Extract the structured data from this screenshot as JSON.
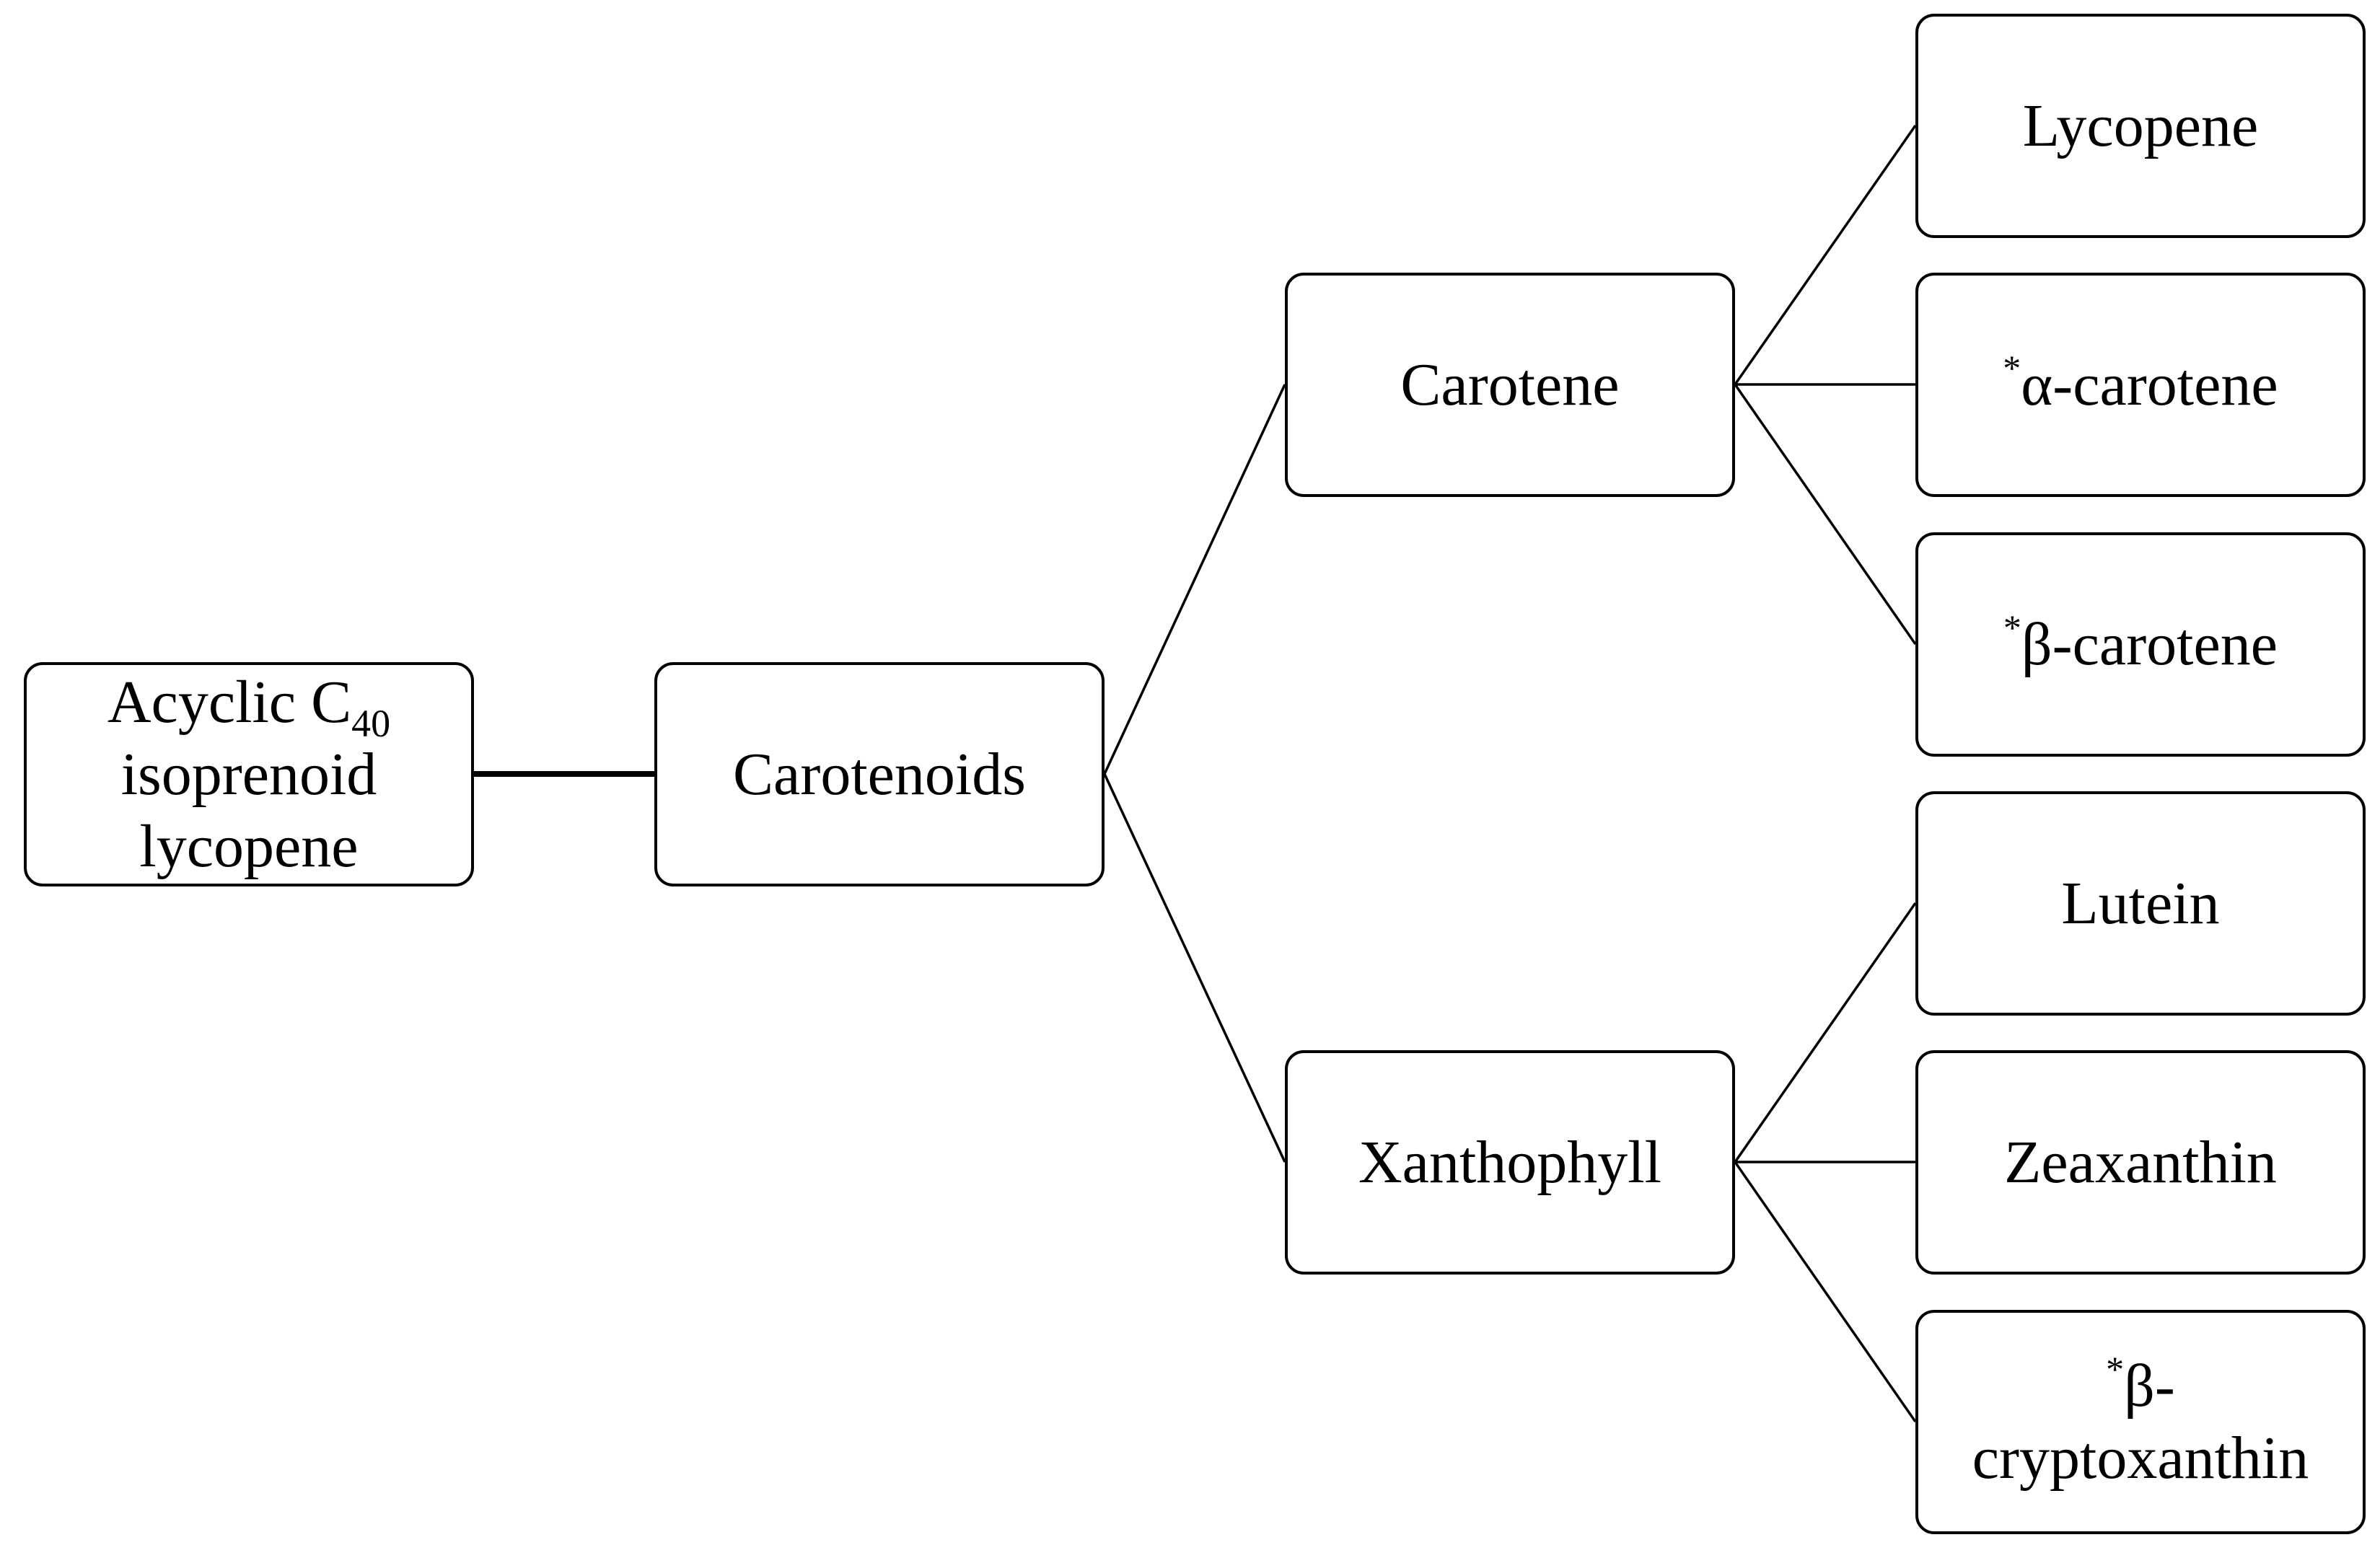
{
  "nodes": {
    "root": {
      "line1_main": "Acyclic C",
      "line1_sub": "40",
      "line2": "isoprenoid",
      "line3": "lycopene"
    },
    "carotenoids": {
      "label": "Carotenoids"
    },
    "carotene": {
      "label": "Carotene"
    },
    "xanthophyll": {
      "label": "Xanthophyll"
    },
    "lycopene": {
      "label": "Lycopene"
    },
    "alpha_carotene": {
      "mark": "*",
      "label": "α-carotene"
    },
    "beta_carotene": {
      "mark": "*",
      "label": "β-carotene"
    },
    "lutein": {
      "label": "Lutein"
    },
    "zeaxanthin": {
      "label": "Zeaxanthin"
    },
    "beta_cryptoxanthin": {
      "mark": "*",
      "line1": "β-",
      "line2": "cryptoxanthin"
    }
  },
  "colors": {
    "stroke": "#000000",
    "box_fill": "#ffffff",
    "background": "#ffffff"
  }
}
